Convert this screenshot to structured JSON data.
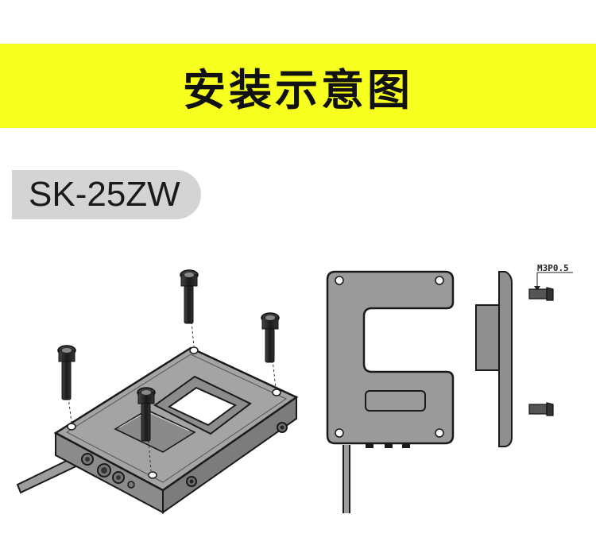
{
  "banner": {
    "title": "安装示意图"
  },
  "model": {
    "name": "SK-25ZW"
  },
  "annotation": {
    "screw_spec": "M3P0.5"
  },
  "colors": {
    "banner_bg": "#f7ff1e",
    "tag_bg": "#d4d4d4",
    "part_fill": "#9a9a9a",
    "outline": "#1a1a1a"
  }
}
